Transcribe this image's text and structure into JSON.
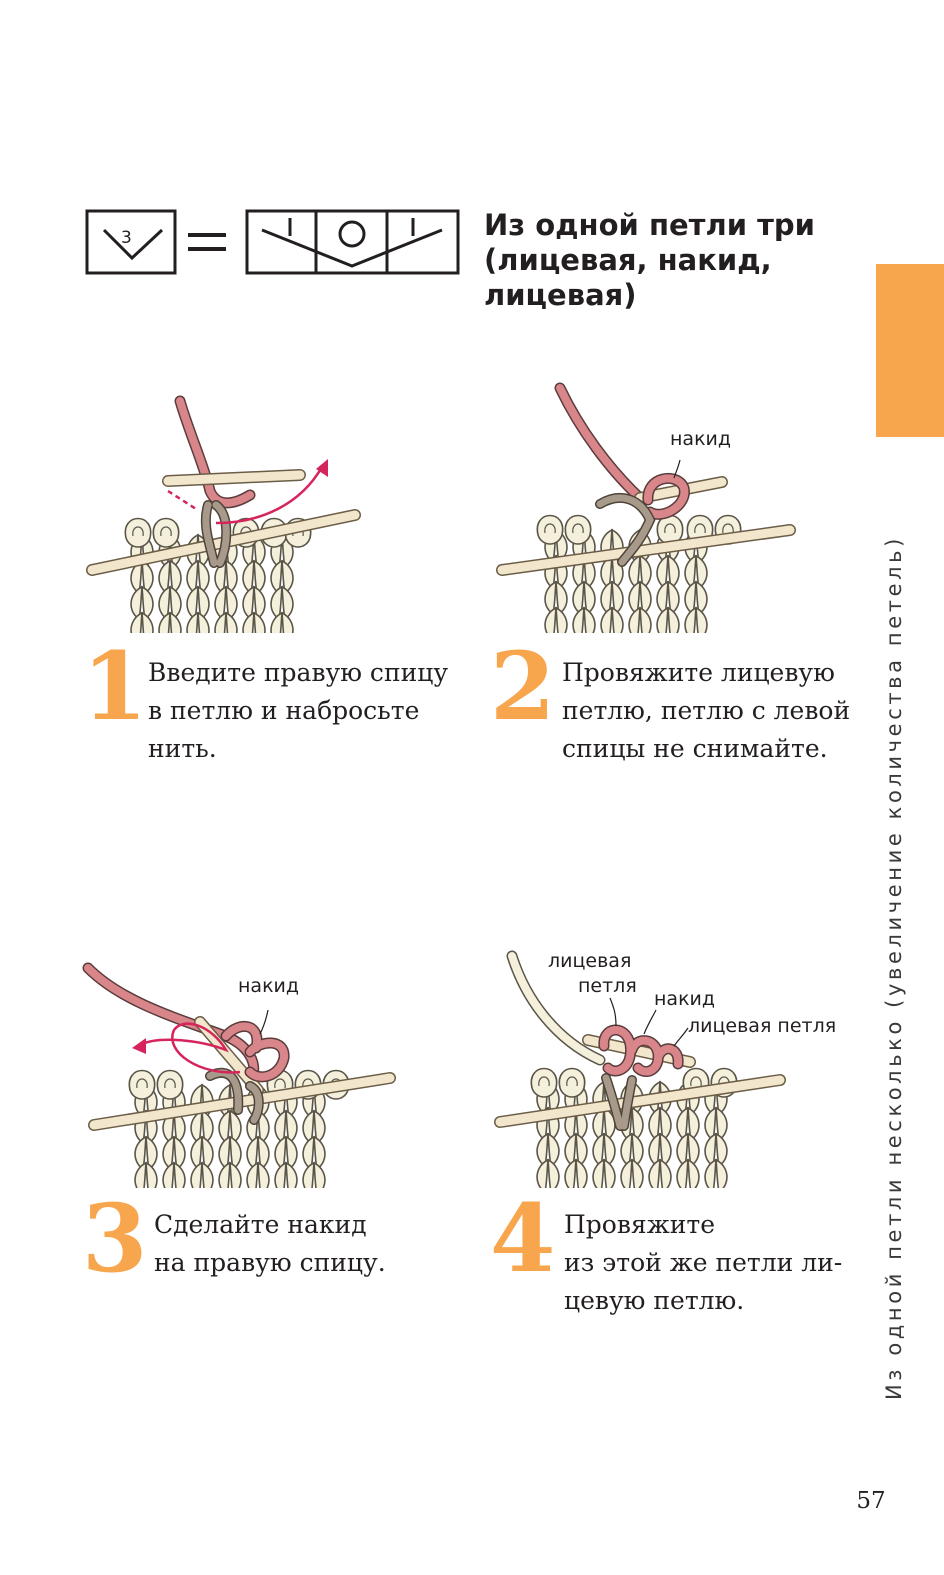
{
  "header": {
    "symbol_number": "3",
    "title_lines": [
      "Из одной петли три",
      "(лицевая, накид,",
      "лицевая)"
    ]
  },
  "steps": [
    {
      "number": "1",
      "lines": [
        "Введите правую спицу",
        "в петлю и набросьте",
        "нить."
      ]
    },
    {
      "number": "2",
      "lines": [
        "Провяжите лицевую",
        "петлю, петлю с левой",
        "спицы не снимайте."
      ]
    },
    {
      "number": "3",
      "lines": [
        "Сделайте накид",
        "на правую спицу."
      ]
    },
    {
      "number": "4",
      "lines": [
        "Провяжите",
        "из этой же петли ли-",
        "цевую петлю."
      ]
    }
  ],
  "labels": {
    "step2_yarnover": "накид",
    "step3_yarnover": "накид",
    "step4_knit_left_1": "лицевая",
    "step4_knit_left_2": "петля",
    "step4_yarnover": "накид",
    "step4_knit_right": "лицевая петля"
  },
  "side_text": "Из одной петли несколько (увеличение количества петель)",
  "page_number": "57",
  "colors": {
    "accent": "#f7a64d",
    "yarn_cream": "#f4f0dc",
    "yarn_outline": "#5a5548",
    "needle": "#f2e6cc",
    "yarn_pink": "#d8868a",
    "yarn_taupe": "#a89a8a",
    "arrow_magenta": "#d6245c"
  }
}
